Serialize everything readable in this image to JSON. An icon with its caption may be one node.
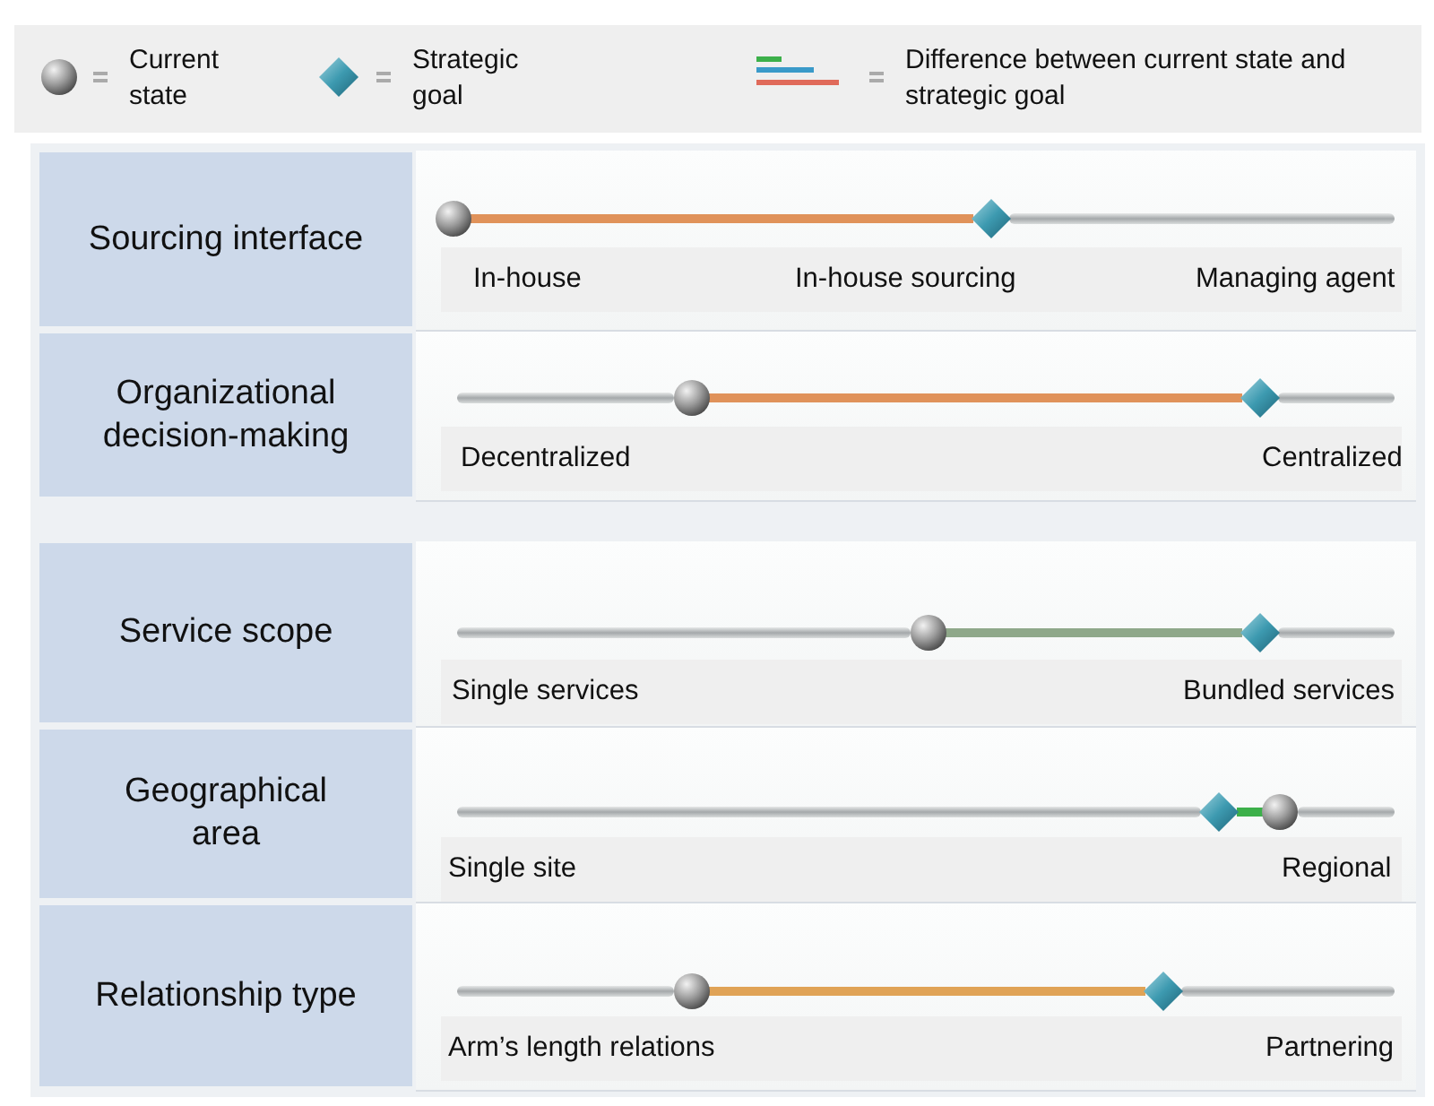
{
  "diagram": {
    "nodes": [
      {
        "text": [
          "Sourcing interface"
        ]
      },
      {
        "text": [],
        "shape": "circle"
      },
      {
        "text": [],
        "shape": "diamond"
      },
      {
        "text": [
          "Organizational decision-making"
        ]
      },
      {
        "text": [],
        "shape": "circle"
      },
      {
        "text": [],
        "shape": "diamond"
      },
      {
        "text": [
          "Service scope"
        ]
      },
      {
        "text": [],
        "shape": "circle"
      },
      {
        "text": [],
        "shape": "diamond"
      },
      {
        "text": [
          "Geographical area"
        ]
      },
      {
        "text": [],
        "shape": "diamond"
      },
      {
        "text": [],
        "shape": "circle"
      },
      {
        "text": [
          "Relationship type"
        ]
      },
      {
        "text": [],
        "shape": "circle"
      },
      {
        "text": [],
        "shape": "diamond"
      }
    ],
    "edges": [
      {
        "from": 1,
        "to": 2,
        "arrow": "none",
        "color": "#e0925a"
      },
      {
        "from": 4,
        "to": 5,
        "arrow": "none",
        "color": "#e0925a"
      },
      {
        "from": 7,
        "to": 8,
        "arrow": "none",
        "color": "#8fa88a"
      },
      {
        "from": 10,
        "to": 11,
        "arrow": "none",
        "color": "#3cb04a"
      },
      {
        "from": 13,
        "to": 14,
        "arrow": "none",
        "color": "#e0a356"
      }
    ],
    "labels": [
      "In-house",
      "In-house sourcing",
      "Managing agent",
      "Decentralized",
      "Centralized",
      "Single services",
      "Bundled services",
      "Single site",
      "Regional",
      "Arm’s length relations",
      "Partnering"
    ],
    "legend": [
      {
        "text": "Current state"
      },
      {
        "text": "Strategic goal"
      },
      {
        "text": "Difference between current state and strategic goal"
      }
    ]
  }
}
